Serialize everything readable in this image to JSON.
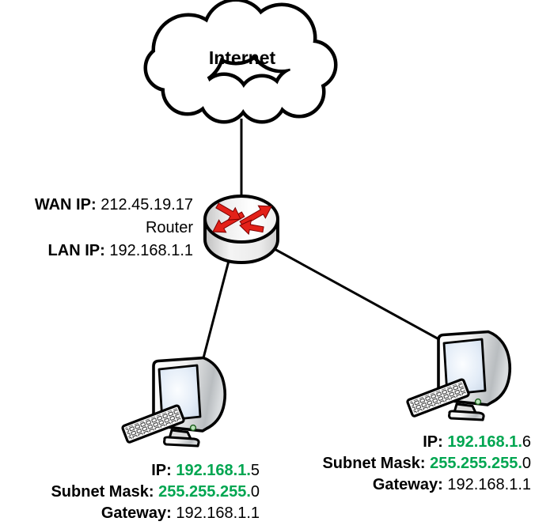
{
  "colors": {
    "green": "#00a651",
    "red": "#e32119",
    "red_dark": "#7c0000"
  },
  "cloud": {
    "label": "Internet"
  },
  "router": {
    "wan_label": "WAN IP:",
    "wan_value": "212.45.19.17",
    "name": "Router",
    "lan_label": "LAN IP:",
    "lan_value": "192.168.1.1"
  },
  "pcs": [
    {
      "ip_label": "IP:",
      "ip_prefix": "192.168.1.",
      "ip_suffix": "5",
      "mask_label": "Subnet Mask:",
      "mask_prefix": "255.255.255.",
      "mask_suffix": "0",
      "gateway_label": "Gateway:",
      "gateway_value": "192.168.1.1"
    },
    {
      "ip_label": "IP:",
      "ip_prefix": "192.168.1.",
      "ip_suffix": "6",
      "mask_label": "Subnet Mask:",
      "mask_prefix": "255.255.255.",
      "mask_suffix": "0",
      "gateway_label": "Gateway:",
      "gateway_value": "192.168.1.1"
    }
  ]
}
